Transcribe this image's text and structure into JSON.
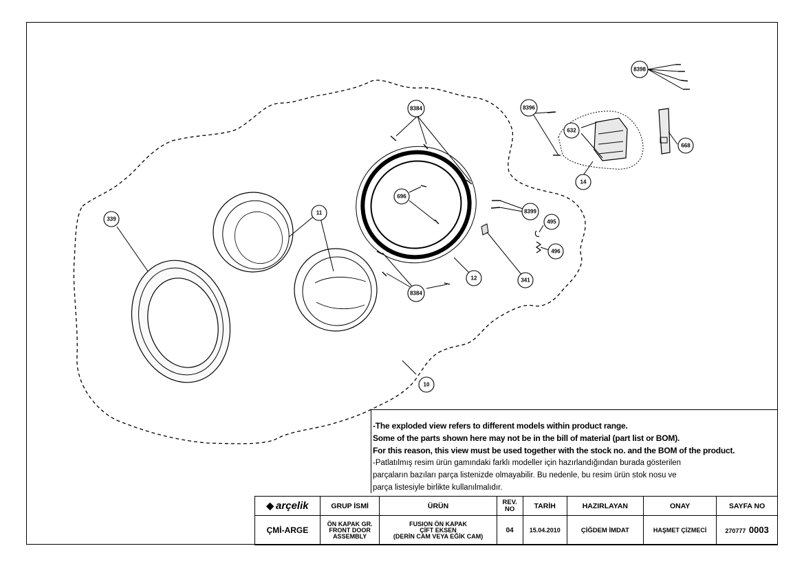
{
  "callouts": {
    "c339": "339",
    "c11": "11",
    "c12": "12",
    "c10": "10",
    "c14": "14",
    "c632": "632",
    "c668": "668",
    "c696": "696",
    "c341": "341",
    "c495": "495",
    "c496": "496",
    "c8384a": "8384",
    "c8384b": "8384",
    "c8396": "8396",
    "c8398": "8398",
    "c8399": "8399"
  },
  "notes": {
    "en_line1": "-The exploded view refers to different models within product range.",
    "en_line2": "Some of the parts shown here may not be in the bill of material (part list or BOM).",
    "en_line3": "For this reason, this view must be used together with the stock no. and the BOM of the product.",
    "tr_line1": "-Patlatılmış resim ürün gamındaki farklı modeller için hazırlandığından burada gösterilen",
    "tr_line2": "parçaların bazıları parça listenizde olmayabilir. Bu nedenle, bu resim ürün stok nosu ve",
    "tr_line3": "parça listesiyle birlikte kullanılmalıdır."
  },
  "title_block": {
    "logo_text": "arçelik",
    "headers": {
      "group": "GRUP İSMİ",
      "product": "ÜRÜN",
      "rev_line1": "REV.",
      "rev_line2": "NO",
      "date": "TARİH",
      "prepared": "HAZIRLAYAN",
      "approval": "ONAY",
      "page": "SAYFA NO"
    },
    "values": {
      "dept": "ÇMİ-ARGE",
      "group_line1": "ÖN KAPAK GR.",
      "group_line2": "FRONT DOOR",
      "group_line3": "ASSEMBLY",
      "product_line1": "FUSION  ÖN KAPAK",
      "product_line2": "ÇİFT EKSEN",
      "product_line3": "(DERİN CAM VEYA EĞİK CAM)",
      "rev": "04",
      "date": "15.04.2010",
      "prepared": "ÇİĞDEM İMDAT",
      "approval": "HAŞMET ÇİZMECİ",
      "page_prefix": "270777",
      "page_suffix": "0003"
    }
  }
}
